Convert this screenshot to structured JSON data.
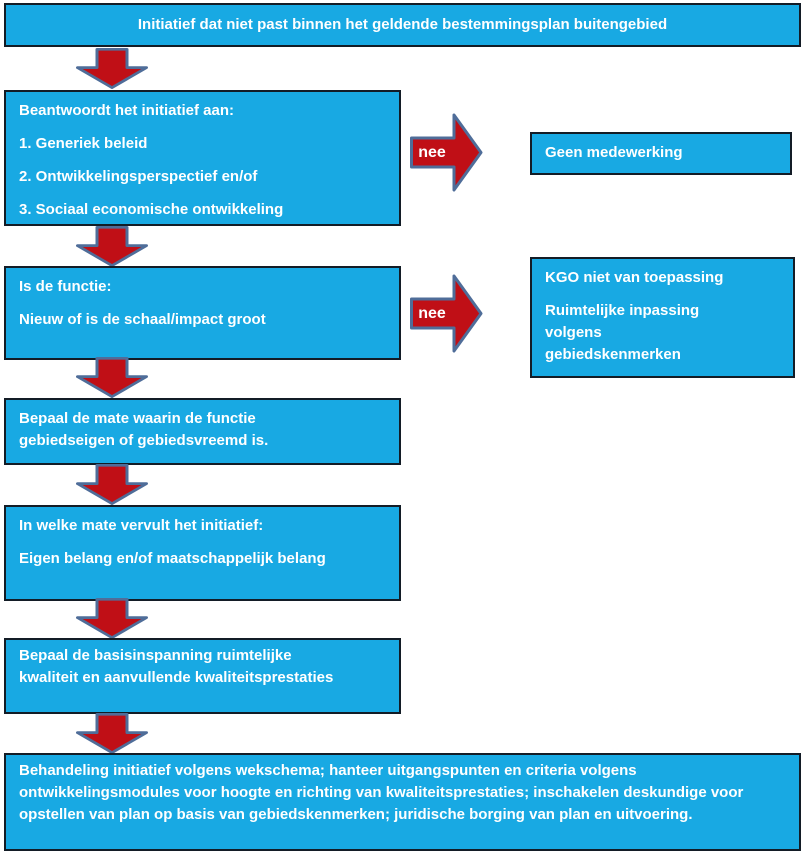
{
  "colors": {
    "box_fill": "#18a9e3",
    "box_border": "#131c26",
    "arrow_fill": "#c00f16",
    "arrow_outline": "#4f6d99",
    "text": "#ffffff"
  },
  "title": {
    "text": "Initiatief dat niet past binnen het geldende bestemmingsplan buitengebied"
  },
  "left_column": {
    "criteria_box": {
      "heading": "Beantwoordt het initiatief aan:",
      "items": [
        "1. Generiek beleid",
        "2. Ontwikkelingsperspectief en/of",
        "3. Sociaal economische ontwikkeling"
      ]
    },
    "function_box": {
      "line1": "Is de functie:",
      "line2": "Nieuw of is de schaal/impact groot"
    },
    "mate_box": {
      "text": "Bepaal de mate waarin de functie gebiedseigen of gebiedsvreemd is."
    },
    "belang_box": {
      "line1": "In welke mate vervult het initiatief:",
      "line2": "Eigen belang en/of maatschappelijk belang"
    },
    "basisinspanning_box": {
      "text": "Bepaal de basisinspanning ruimtelijke kwaliteit en aanvullende kwaliteitsprestaties"
    },
    "behandeling_box": {
      "text": "Behandeling initiatief volgens wekschema; hanteer uitgangspunten en criteria volgens ontwikkelingsmodules voor hoogte en richting van kwaliteitsprestaties; inschakelen deskundige voor opstellen van plan op basis van gebiedskenmerken; juridische borging van plan en uitvoering."
    }
  },
  "right_column": {
    "geen_medewerking_box": {
      "text": "Geen medewerking"
    },
    "kgo_box": {
      "line1": "KGO niet van toepassing",
      "line2": "Ruimtelijke inpassing volgens gebiedskenmerken"
    }
  },
  "arrows": {
    "items": [
      {
        "label": "nee"
      },
      {
        "label": "nee"
      }
    ]
  }
}
